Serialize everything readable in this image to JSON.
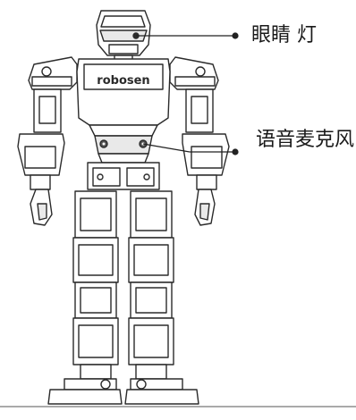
{
  "callouts": {
    "eye_light": "眼睛 灯",
    "microphone": "语音麦克风"
  },
  "logo_text": "robosen",
  "colors": {
    "line": "#2b2b2b",
    "fill": "#ffffff",
    "shade": "#e9e9e9",
    "leader": "#222222"
  }
}
